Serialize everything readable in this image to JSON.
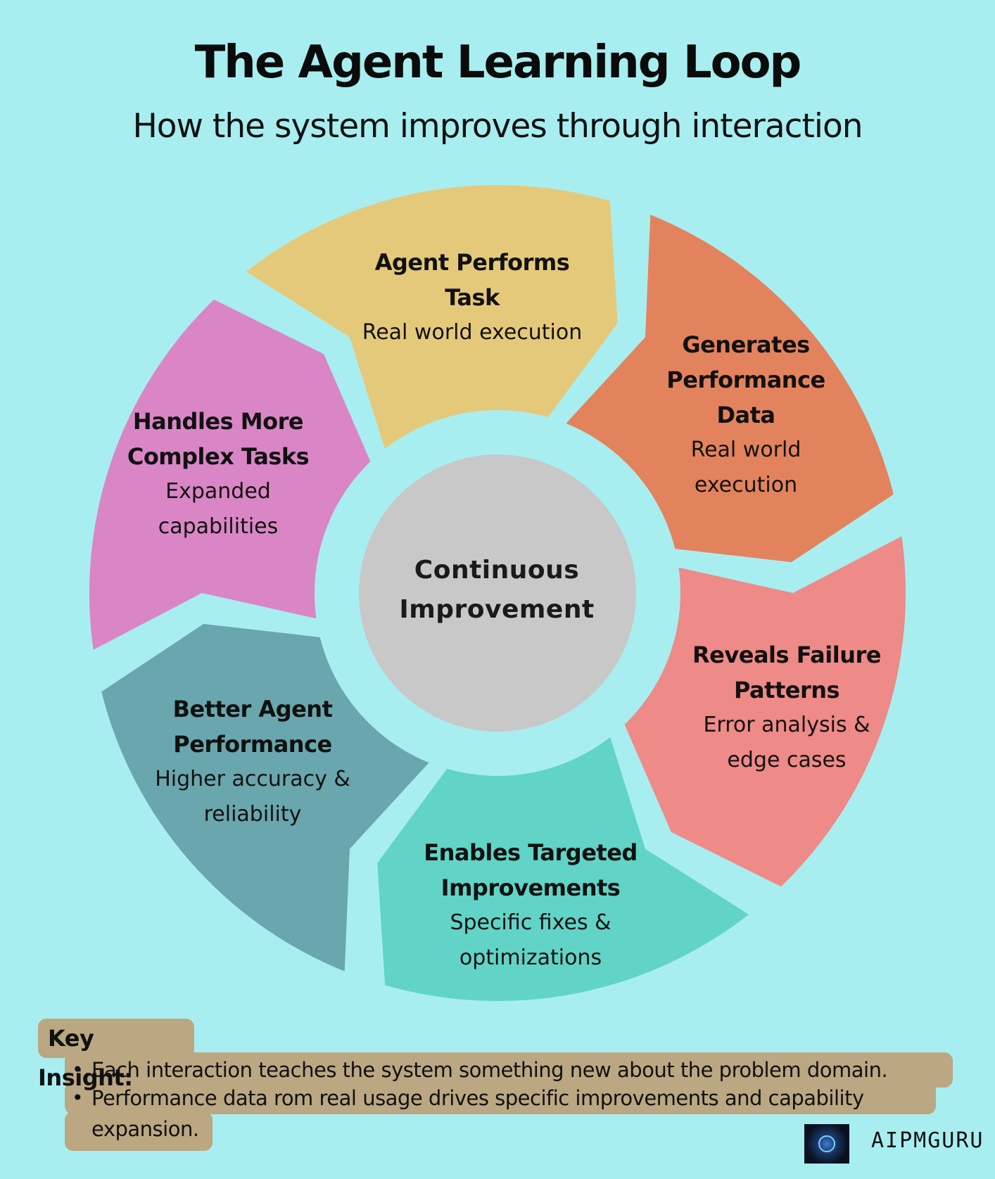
{
  "header": {
    "title": "The Agent Learning Loop",
    "subtitle": "How the system improves through interaction"
  },
  "center": {
    "line1": "Continuous",
    "line2": "Improvement",
    "color": "#c8c8c8"
  },
  "segments": [
    {
      "head1": "Agent Performs",
      "head2": "Task",
      "desc1": "Real world execution",
      "desc2": "",
      "color": "#e5c97b"
    },
    {
      "head1": "Generates",
      "head2": "Performance",
      "head3": "Data",
      "desc1": "Real world",
      "desc2": "execution",
      "color": "#e3835e"
    },
    {
      "head1": "Reveals Failure",
      "head2": "Patterns",
      "desc1": "Error analysis &",
      "desc2": "edge cases",
      "color": "#ee8a87"
    },
    {
      "head1": "Enables Targeted",
      "head2": "Improvements",
      "desc1": "Specific fixes &",
      "desc2": "optimizations",
      "color": "#62d3c7"
    },
    {
      "head1": "Better Agent",
      "head2": "Performance",
      "desc1": "Higher accuracy &",
      "desc2": "reliability",
      "color": "#6aa6ad"
    },
    {
      "head1": "Handles More",
      "head2": "Complex Tasks",
      "desc1": "Expanded",
      "desc2": "capabilities",
      "color": "#da86c6"
    }
  ],
  "insight": {
    "title": "Key Insight:",
    "bullet1": "Each interaction teaches the system something new about the problem domain.",
    "bullet2_line1": "Performance data rom real usage drives specific improvements and capability",
    "bullet2_line2": "expansion.",
    "box_color": "#bba782"
  },
  "brand": {
    "name": "AIPMGURU",
    "logo_icon": "brain-galaxy-icon"
  },
  "colors": {
    "background": "#a8eef0"
  }
}
